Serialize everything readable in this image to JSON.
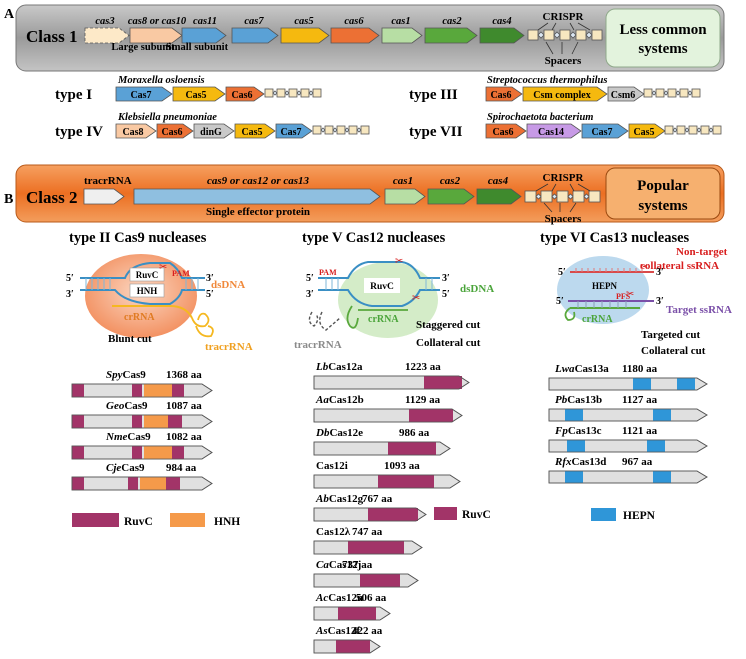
{
  "colors": {
    "cas3": "#fde9c8",
    "cas8": "#f9c9a3",
    "cas11": "#5aa1d6",
    "cas7": "#5aa1d6",
    "cas5": "#f5b90f",
    "cas6": "#ec7034",
    "cas1": "#b7dea4",
    "cas2": "#59a83c",
    "cas4": "#3f8a2d",
    "repeat": "#f7e7c0",
    "spacer": "#dbe6f2",
    "ruvc": "#a23468",
    "hnh": "#f59a4a",
    "hepn": "#2f96d8",
    "class1_band": "#a7a7a7",
    "class2_band": "#ef7a2a",
    "less_common_box": "#e3f3dd",
    "popular_box": "#f6b06f"
  },
  "panel_a": {
    "label": "A",
    "class_label": "Class 1",
    "genes": [
      "cas3",
      "cas8 or cas10",
      "cas11",
      "cas7",
      "cas5",
      "cas6",
      "cas1",
      "cas2",
      "cas4"
    ],
    "large_subunit": "Large subunit",
    "small_subunit": "Small subunit",
    "crispr": "CRISPR",
    "spacers": "Spacers",
    "box": [
      "Less common",
      "systems"
    ],
    "types": [
      {
        "name": "type I",
        "organism": "Moraxella osloensis",
        "genes": [
          "Cas7",
          "Cas5",
          "Cas6"
        ]
      },
      {
        "name": "type III",
        "organism": "Streptococcus thermophilus",
        "genes": [
          "Cas6",
          "Csm complex",
          "Csm6"
        ]
      },
      {
        "name": "type IV",
        "organism": "Klebsiella pneumoniae",
        "genes": [
          "Cas8",
          "Cas6",
          "dinG",
          "Cas5",
          "Cas7"
        ]
      },
      {
        "name": "type VII",
        "organism": "Spirochaetota bacterium",
        "genes": [
          "Cas6",
          "Cas14",
          "Cas7",
          "Cas5"
        ]
      }
    ]
  },
  "panel_b": {
    "label": "B",
    "class_label": "Class 2",
    "tracrrna": "tracrRNA",
    "effector_gene": "cas9 or cas12 or cas13",
    "effector_protein": "Single effector protein",
    "genes": [
      "cas1",
      "cas2",
      "cas4"
    ],
    "crispr": "CRISPR",
    "spacers": "Spacers",
    "box": [
      "Popular",
      "systems"
    ]
  },
  "cas9": {
    "title": "type II Cas9 nucleases",
    "labels": {
      "five": "5′",
      "three": "3′",
      "ruvc": "RuvC",
      "hnh": "HNH",
      "pam": "PAM",
      "dsdna": "dsDNA",
      "crrna": "crRNA",
      "tracrrna": "tracrRNA",
      "cut": "Blunt cut"
    },
    "proteins": [
      {
        "name": "SpyCas9",
        "length": "1368 aa"
      },
      {
        "name": "GeoCas9",
        "length": "1087 aa"
      },
      {
        "name": "NmeCas9",
        "length": "1082 aa"
      },
      {
        "name": "CjeCas9",
        "length": "984 aa"
      }
    ],
    "legend": {
      "ruvc": "RuvC",
      "hnh": "HNH"
    }
  },
  "cas12": {
    "title": "type V Cas12 nucleases",
    "labels": {
      "five": "5′",
      "three": "3′",
      "ruvc": "RuvC",
      "pam": "PAM",
      "dsdna": "dsDNA",
      "crrna": "crRNA",
      "tracrrna": "tracrRNA",
      "cut1": "Staggered cut",
      "cut2": "Collateral cut"
    },
    "proteins": [
      {
        "name": "LbCas12a",
        "length": "1223 aa"
      },
      {
        "name": "AaCas12b",
        "length": "1129 aa"
      },
      {
        "name": "DbCas12e",
        "length": "986 aa"
      },
      {
        "name": "Cas12i",
        "length": "1093 aa"
      },
      {
        "name": "AbCas12g",
        "length": "767 aa"
      },
      {
        "name": "Cas12λ",
        "length": "747 aa"
      },
      {
        "name": "CaCas12j",
        "length": "737 aa"
      },
      {
        "name": "AcCas12n",
        "length": "506 aa"
      },
      {
        "name": "AsCas12f",
        "length": "422 aa"
      }
    ],
    "legend": {
      "ruvc": "RuvC"
    }
  },
  "cas13": {
    "title": "type VI Cas13 nucleases",
    "labels": {
      "nontarget1": "Non-target",
      "nontarget2": "collateral ssRNA",
      "five": "5′",
      "three": "3′",
      "hepn": "HEPN",
      "pfs": "PFS",
      "target": "Target ssRNA",
      "crrna": "crRNA",
      "cut1": "Targeted cut",
      "cut2": "Collateral cut"
    },
    "proteins": [
      {
        "name": "LwaCas13a",
        "length": "1180 aa"
      },
      {
        "name": "PbCas13b",
        "length": "1127 aa"
      },
      {
        "name": "FpCas13c",
        "length": "1121 aa"
      },
      {
        "name": "RfxCas13d",
        "length": "967 aa"
      }
    ],
    "legend": {
      "hepn": "HEPN"
    }
  }
}
